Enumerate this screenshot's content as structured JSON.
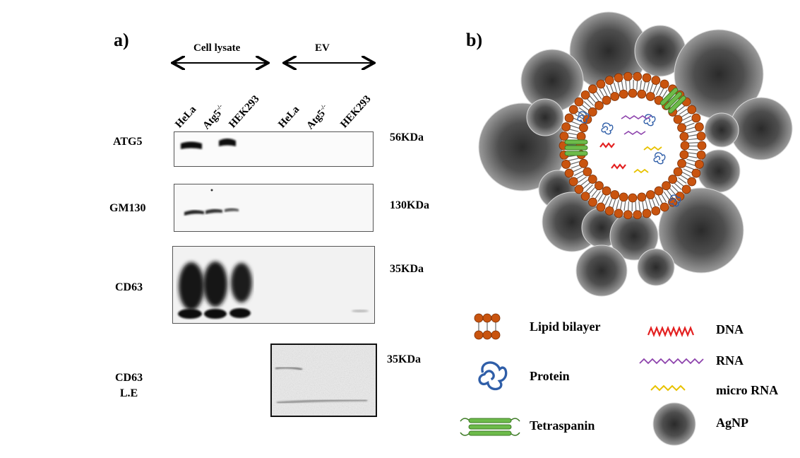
{
  "panel_a": {
    "letter": "a)",
    "groups": {
      "cell_lysate": "Cell lysate",
      "ev": "EV"
    },
    "lanes": {
      "l1": "HeLa",
      "l2": "Atg5",
      "l2_sup": "-/-",
      "l3": "HEK293",
      "l4": "HeLa",
      "l5": "Atg5",
      "l5_sup": "-/-",
      "l6": "HEK293"
    },
    "rows": {
      "atg5": {
        "label": "ATG5",
        "size": "56KDa"
      },
      "gm130": {
        "label": "GM130",
        "size": "130KDa"
      },
      "cd63": {
        "label": "CD63",
        "size": "35KDa"
      },
      "cd63le": {
        "label_line1": "CD63",
        "label_line2": "L.E",
        "size": "35KDa"
      }
    }
  },
  "panel_b": {
    "letter": "b)",
    "legend": {
      "lipid": "Lipid bilayer",
      "protein": "Protein",
      "tetraspanin": "Tetraspanin",
      "dna": "DNA",
      "rna": "RNA",
      "mirna": "micro RNA",
      "agnp": "AgNP"
    },
    "colors": {
      "lipid_head": "#c9540f",
      "tetraspanin": "#6dbb4a",
      "dna": "#e32020",
      "rna": "#8e44ad",
      "mirna": "#e8c200",
      "protein": "#2f5ea8",
      "agnp_center": "#2a2a2a",
      "agnp_edge": "#9a9a9a"
    }
  }
}
